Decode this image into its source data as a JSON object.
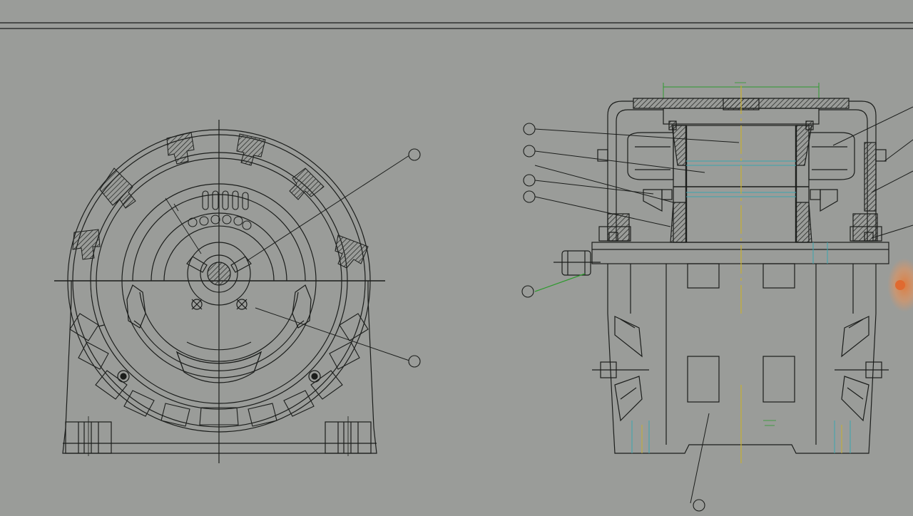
{
  "colors": {
    "background": "#9a9c99",
    "line": "#1b1d1b",
    "hatch": "#2a2c2a",
    "dimension": "#2e9a2e",
    "centerline": "#c8b030",
    "cyan": "#3aa6b0",
    "accent": "#e07a3a"
  },
  "drawing": {
    "front_view": {
      "callouts": [
        {
          "id": "front-callout-top",
          "label": ""
        },
        {
          "id": "front-callout-bottom",
          "label": ""
        }
      ]
    },
    "side_view": {
      "callouts": [
        {
          "id": "side-callout-1",
          "label": ""
        },
        {
          "id": "side-callout-2",
          "label": ""
        },
        {
          "id": "side-callout-3",
          "label": ""
        },
        {
          "id": "side-callout-4",
          "label": ""
        },
        {
          "id": "side-callout-5",
          "label": ""
        },
        {
          "id": "side-callout-6",
          "label": ""
        }
      ]
    }
  }
}
